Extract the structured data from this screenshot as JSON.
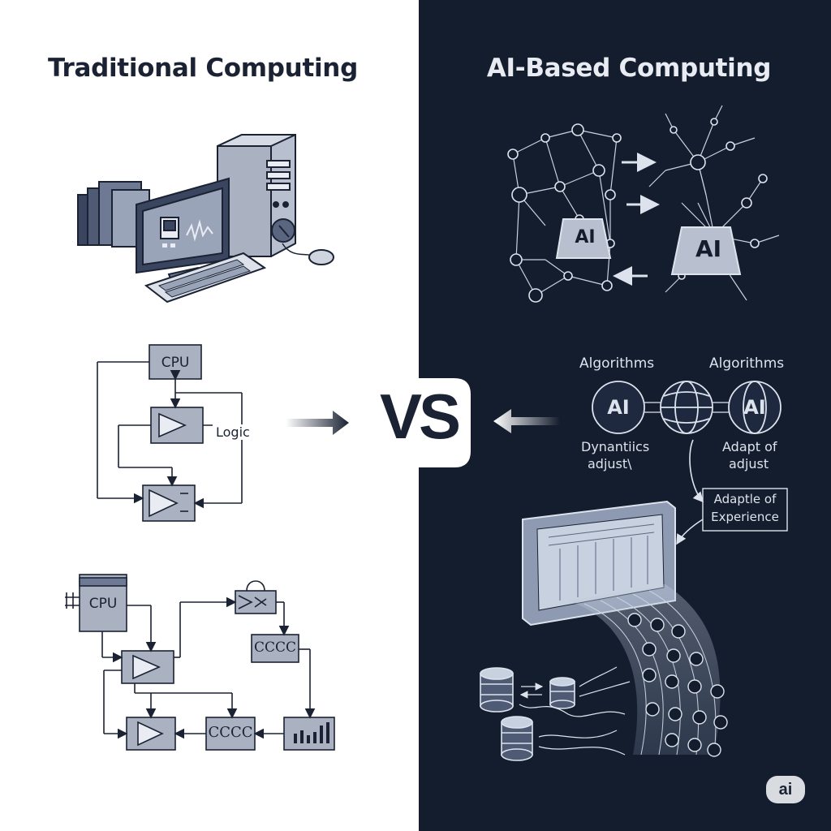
{
  "titles": {
    "left": "Traditional Computing",
    "right": "AI-Based Computing"
  },
  "vs_label": "VS",
  "traditional": {
    "flow1_cpu": "CPU",
    "flow1_logic": "Logic",
    "flow2_cpu": "CPU",
    "flow2_cache_top": "CCCC",
    "flow2_cache_bottom": "CCCC"
  },
  "ai": {
    "network_ai_left": "AI",
    "network_ai_right": "AI",
    "algorithms_left": "Algorithms",
    "algorithms_right": "Algorithms",
    "globe_left": "AI",
    "globe_right": "AI",
    "dynamics_line1": "Dynantiics",
    "dynamics_line2": "adjust\\",
    "adapt_line1": "Adapt of",
    "adapt_line2": "adjust",
    "callout_line1": "Adaptle of",
    "callout_line2": "Experience"
  },
  "watermark": "ai",
  "colors": {
    "left_bg": "#ffffff",
    "right_bg": "#141d2e",
    "box_fill": "#aab2c2",
    "ink": "#1a2233"
  }
}
